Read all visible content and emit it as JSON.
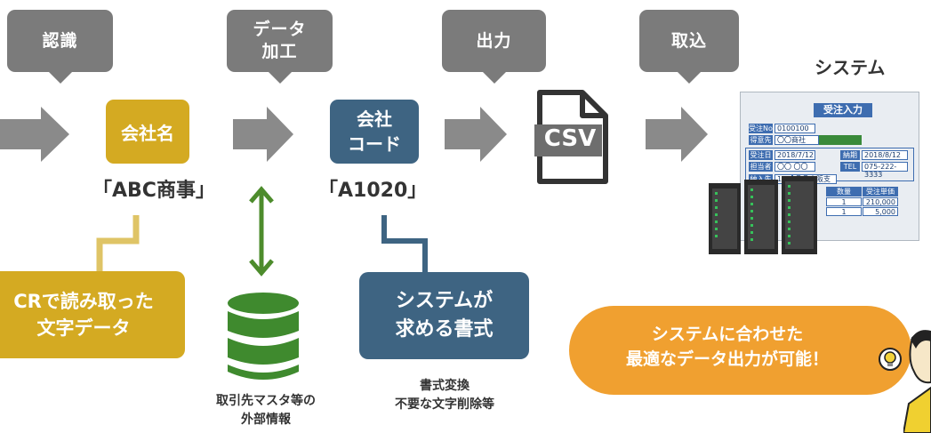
{
  "steps": {
    "recognize": "認識",
    "data_process": "データ\n加工",
    "output": "出力",
    "import": "取込"
  },
  "company_name_chip": "会社名",
  "company_name_value": "「ABC商事」",
  "company_code_chip": "会社\nコード",
  "company_code_value": "「A1020」",
  "ocr_box": "CRで読み取った\n文字データ",
  "db_caption": "取引先マスタ等の\n外部情報",
  "format_box": "システムが\n求める書式",
  "format_caption": "書式変換\n不要な文字削除等",
  "csv_label": "CSV",
  "system_title": "システム",
  "system_screen": {
    "title": "受注入力",
    "order_no_label": "受注No",
    "order_no_value": "0100100",
    "client_label": "得意先",
    "client_value": "〇〇商社",
    "order_date_label": "受注日",
    "order_date_value": "2018/7/12",
    "delivery_label": "納期",
    "delivery_value": "2018/8/12",
    "person_label": "担当者",
    "person_value": "〇〇 〇〇",
    "tel_label": "TEL",
    "tel_value": "075-222-3333",
    "ship_label": "納入先",
    "ship_code": "112",
    "ship_value": "〇〇大阪支店",
    "col_qty": "数量",
    "col_price": "受注単価",
    "rows": [
      {
        "qty": "1",
        "price": "210,000"
      },
      {
        "qty": "1",
        "price": "5,000"
      }
    ]
  },
  "bubble_text": "システムに合わせた\n最適なデータ出力が可能！",
  "colors": {
    "step_gray": "#7b7b7b",
    "gold": "#d4aa22",
    "navy": "#3e6482",
    "green": "#4d8c2c",
    "orange": "#f0a030"
  }
}
